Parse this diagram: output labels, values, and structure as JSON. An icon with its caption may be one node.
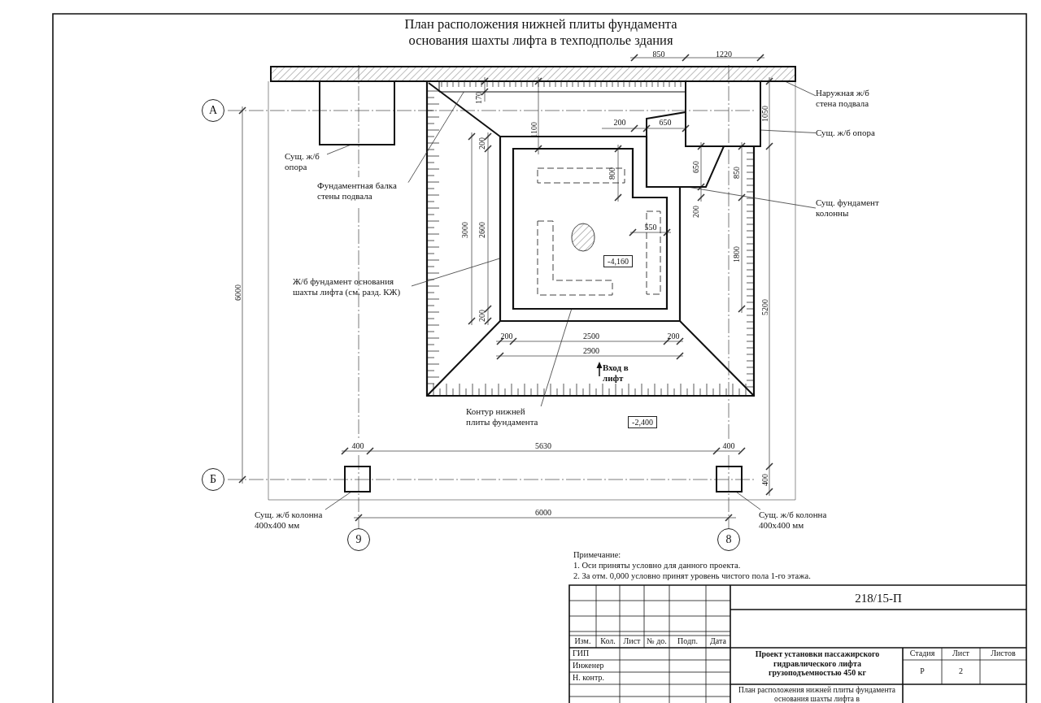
{
  "diagram": {
    "title": "План расположения нижней плиты фундамента основания шахты лифта в техподполье здания",
    "nodes": [
      {
        "text": [
          "Наружная ж/б стена подвала"
        ]
      },
      {
        "text": [
          "Сущ. ж/б опора"
        ]
      },
      {
        "text": [
          "Сущ. фундамент колонны"
        ]
      },
      {
        "text": [
          "Сущ. ж/б опора"
        ]
      },
      {
        "text": [
          "Фундаментная балка стены подвала"
        ]
      },
      {
        "text": [
          "Ж/б фундамент основания шахты лифта (см. разд. КЖ)"
        ]
      },
      {
        "text": [
          "Контур нижней плиты фундамента"
        ]
      },
      {
        "text": [
          "Сущ. ж/б колонна 400x400 мм"
        ]
      },
      {
        "text": [
          "Сущ. ж/б колонна 400x400 мм"
        ]
      },
      {
        "text": [],
        "shape": "bar"
      },
      {
        "text": [],
        "shape": "box"
      },
      {
        "text": [],
        "shape": "box"
      },
      {
        "text": [],
        "shape": "box"
      },
      {
        "text": [],
        "shape": "bar"
      },
      {
        "text": [],
        "shape": "box"
      },
      {
        "text": [],
        "shape": "box",
        "in": 14
      },
      {
        "text": [],
        "shape": "box"
      },
      {
        "text": [],
        "shape": "box"
      },
      {
        "text": [
          "А"
        ]
      },
      {
        "text": [
          "Б"
        ]
      },
      {
        "text": [
          "9"
        ]
      },
      {
        "text": [
          "8"
        ]
      },
      {
        "text": [
          "-4,160"
        ],
        "in": 15
      },
      {
        "text": [
          "-2,400"
        ]
      }
    ],
    "edges": [
      {
        "from": 0,
        "to": 9,
        "arrow": "none"
      },
      {
        "from": 1,
        "to": 10,
        "arrow": "none"
      },
      {
        "from": 2,
        "to": 11,
        "arrow": "none"
      },
      {
        "from": 3,
        "to": 12,
        "arrow": "none"
      },
      {
        "from": 4,
        "to": 13,
        "arrow": "none"
      },
      {
        "from": 5,
        "to": 14,
        "arrow": "none"
      },
      {
        "from": 6,
        "to": 15,
        "arrow": "none"
      },
      {
        "from": 7,
        "to": 16,
        "arrow": "none"
      },
      {
        "from": 8,
        "to": 17,
        "arrow": "none"
      }
    ],
    "labels": [
      "850",
      "1220",
      "170",
      "1100",
      "200",
      "650",
      "1050",
      "200",
      "800",
      "650",
      "850",
      "200",
      "550",
      "3000",
      "2600",
      "1800",
      "6000",
      "5200",
      "200",
      "200",
      "2500",
      "200",
      "2900",
      "Вход в лифт",
      "400",
      "5630",
      "400",
      "400",
      "6000",
      "Примечание:",
      "1. Оси приняты условно для данного проекта.",
      "2. За отм. 0,000 условно принят уровень чистого пола 1-го этажа.",
      "218/15-П",
      "Изм.",
      "Кол.",
      "Лист",
      "№ до.",
      "Подп.",
      "Дата",
      "ГИП",
      "Проект установки пассажирского гидравлического лифта грузоподъемностью 450 кг",
      "Стадия",
      "Лист",
      "Листов",
      "Инженер",
      "Р",
      "2",
      "Н. контр.",
      "План расположения нижней плиты фундамента основания шахты лифта в"
    ]
  }
}
